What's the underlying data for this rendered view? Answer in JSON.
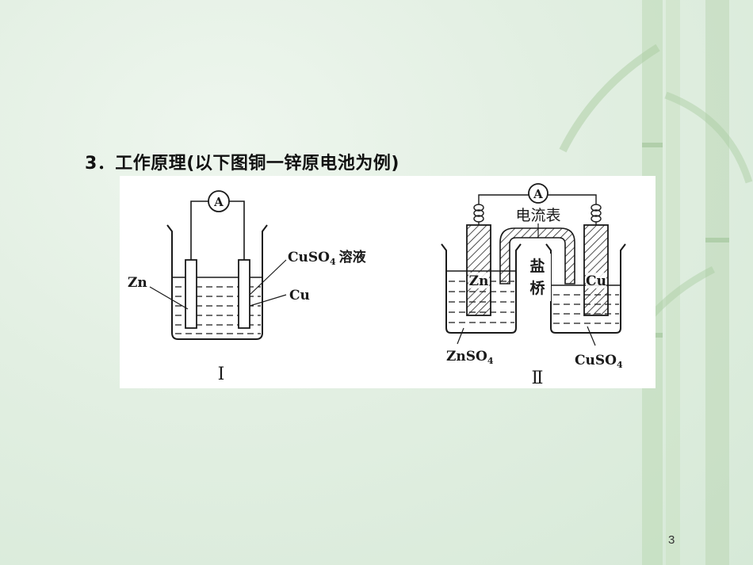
{
  "slide": {
    "heading": "3．工作原理(以下图铜一锌原电池为例)",
    "page_number": "3"
  },
  "diagram_1": {
    "roman_label": "Ⅰ",
    "ammeter": "A",
    "zn_label": "Zn",
    "cu_label": "Cu",
    "solution_formula": "CuSO",
    "solution_sub": "4",
    "solution_word": "溶液"
  },
  "diagram_2": {
    "roman_label": "Ⅱ",
    "ammeter": "A",
    "ammeter_caption": "电流表",
    "salt_bridge_1": "盐",
    "salt_bridge_2": "桥",
    "zn_label": "Zn",
    "cu_label": "Cu",
    "left_solution": "ZnSO",
    "left_solution_sub": "4",
    "right_solution": "CuSO",
    "right_solution_sub": "4"
  },
  "colors": {
    "background": "#e2efe2",
    "figure_bg": "#ffffff",
    "ink": "#1a1a1a"
  }
}
